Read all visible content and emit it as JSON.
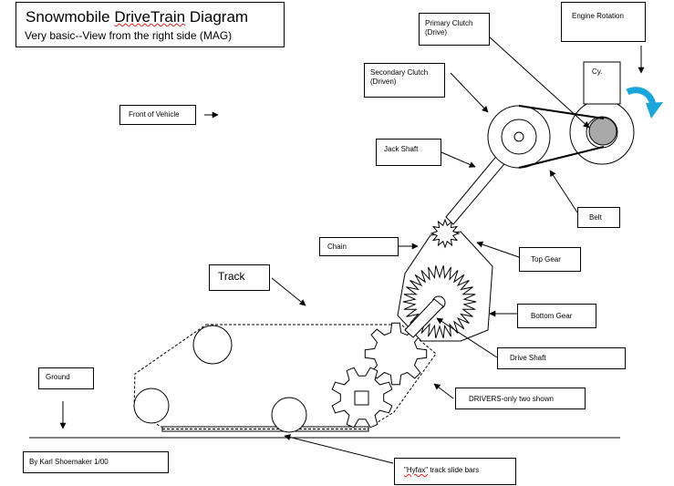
{
  "title": {
    "part1": "Snowmobile ",
    "part2": "DriveTrain",
    "part3": " Diagram",
    "subtitle": "Very basic--View from the right side (MAG)"
  },
  "labels": {
    "primary_clutch_line1": "Primary Clutch",
    "primary_clutch_line2": "(Drive)",
    "engine_rotation": "Engine Rotation",
    "cylinder": "Cy.",
    "secondary_clutch_line1": "Secondary Clutch",
    "secondary_clutch_line2": "(Driven)",
    "front_of_vehicle": "Front of Vehicle",
    "jack_shaft": "Jack Shaft",
    "belt": "Belt",
    "chain": "Chain",
    "top_gear": "Top Gear",
    "track": "Track",
    "bottom_gear": "Bottom Gear",
    "drive_shaft": "Drive Shaft",
    "ground": "Ground",
    "drivers": "DRIVERS-only two shown",
    "author": "By Karl Shoemaker 1/00",
    "hyfax_quoted": "\"Hyfax\"",
    "hyfax_rest": " track slide bars"
  },
  "colors": {
    "ink": "#000000",
    "rotation_arrow": "#1aa6d8",
    "crank": "#a9a9a9",
    "spellcheck": "#dd2222"
  }
}
